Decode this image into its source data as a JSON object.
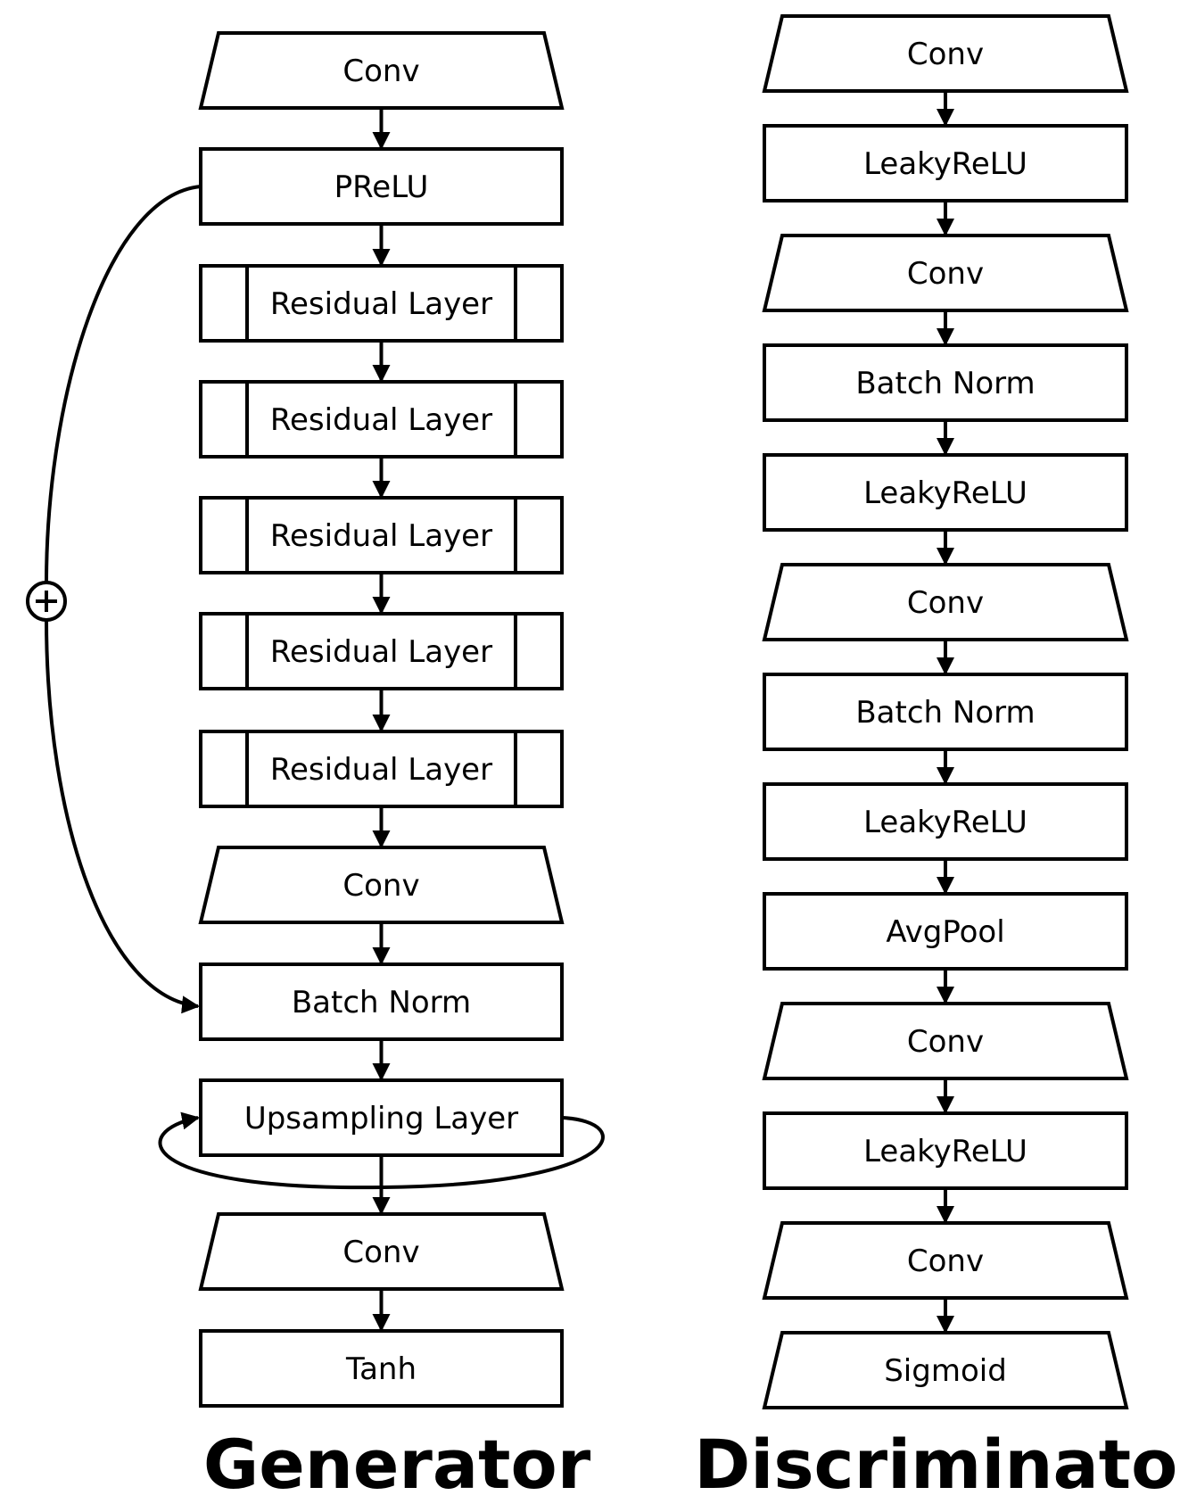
{
  "generator": {
    "title": "Generator",
    "blocks": [
      {
        "label": "Conv",
        "shape": "trapezoid"
      },
      {
        "label": "PReLU",
        "shape": "rect"
      },
      {
        "label": "Residual Layer",
        "shape": "residual"
      },
      {
        "label": "Residual Layer",
        "shape": "residual"
      },
      {
        "label": "Residual Layer",
        "shape": "residual"
      },
      {
        "label": "Residual Layer",
        "shape": "residual"
      },
      {
        "label": "Residual Layer",
        "shape": "residual"
      },
      {
        "label": "Conv",
        "shape": "trapezoid"
      },
      {
        "label": "Batch Norm",
        "shape": "rect"
      },
      {
        "label": "Upsampling Layer",
        "shape": "rect"
      },
      {
        "label": "Conv",
        "shape": "trapezoid"
      },
      {
        "label": "Tanh",
        "shape": "rect"
      }
    ],
    "skip_connection": {
      "from": "PReLU",
      "to": "Batch Norm",
      "operator": "+"
    },
    "loop": {
      "on": "Upsampling Layer"
    }
  },
  "discriminator": {
    "title": "Discriminator",
    "blocks": [
      {
        "label": "Conv",
        "shape": "trapezoid"
      },
      {
        "label": "LeakyReLU",
        "shape": "rect"
      },
      {
        "label": "Conv",
        "shape": "trapezoid"
      },
      {
        "label": "Batch Norm",
        "shape": "rect"
      },
      {
        "label": "LeakyReLU",
        "shape": "rect"
      },
      {
        "label": "Conv",
        "shape": "trapezoid"
      },
      {
        "label": "Batch Norm",
        "shape": "rect"
      },
      {
        "label": "LeakyReLU",
        "shape": "rect"
      },
      {
        "label": "AvgPool",
        "shape": "rect"
      },
      {
        "label": "Conv",
        "shape": "trapezoid"
      },
      {
        "label": "LeakyReLU",
        "shape": "rect"
      },
      {
        "label": "Conv",
        "shape": "trapezoid"
      },
      {
        "label": "Sigmoid",
        "shape": "trapezoid"
      }
    ]
  }
}
